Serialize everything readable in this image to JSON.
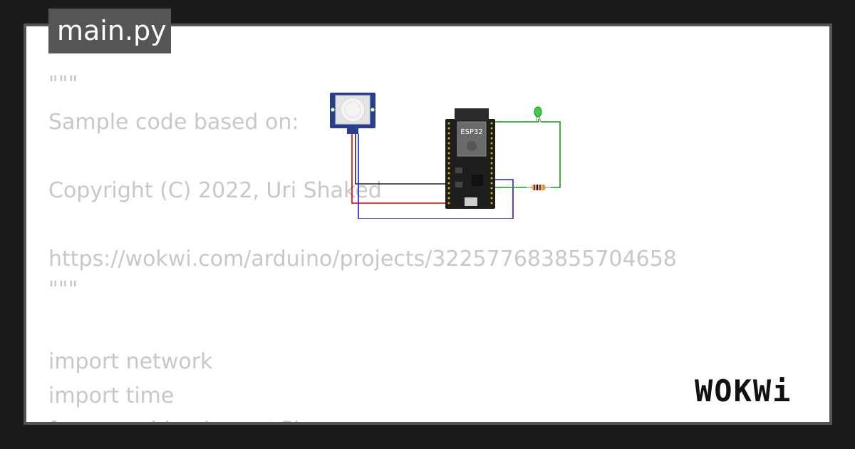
{
  "tab": {
    "filename": "main.py"
  },
  "code_lines": [
    "\"\"\"",
    "Sample code based on:",
    "",
    "Copyright (C) 2022, Uri Shaked",
    "",
    "https://wokwi.com/arduino/projects/322577683855704658",
    "\"\"\"",
    "",
    "",
    "import network",
    "import time",
    "from machine import Pin"
  ],
  "circuit": {
    "board_label": "ESP32"
  },
  "brand": {
    "logo_text": "WOKWi"
  },
  "colors": {
    "background": "#1b1b1b",
    "frame": "#555555",
    "panel": "#ffffff",
    "code_text": "#c8c8c8",
    "wire_black": "#222222",
    "wire_red": "#e00000",
    "wire_blue": "#2020d0",
    "wire_green": "#10a010",
    "pir_board": "#27408b"
  }
}
